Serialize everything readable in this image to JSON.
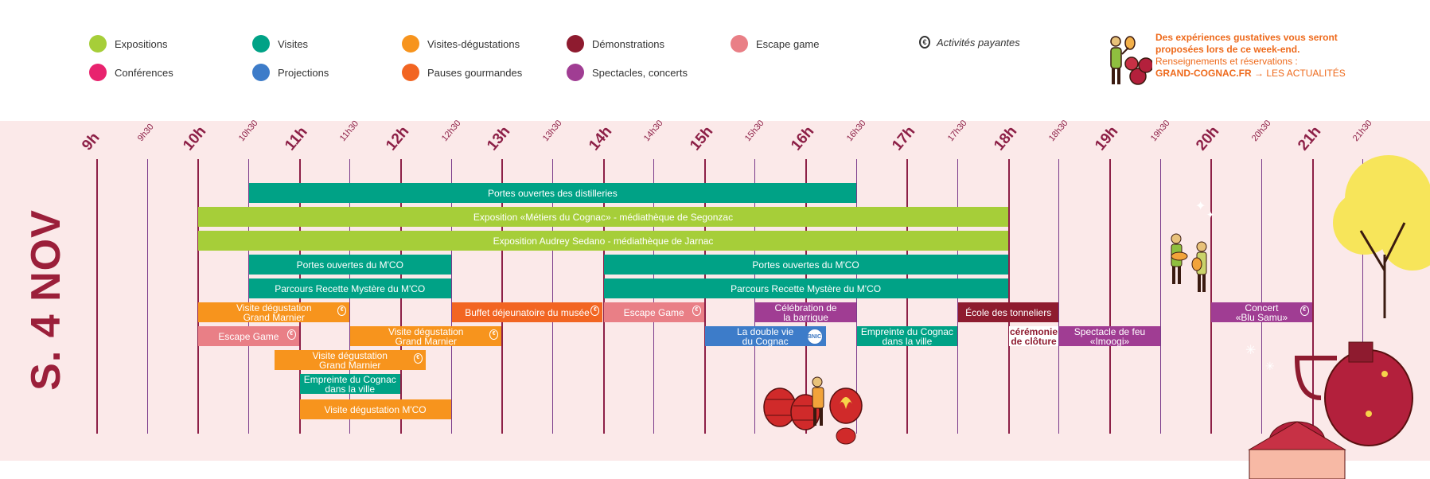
{
  "legend": {
    "items": [
      {
        "label": "Expositions",
        "color": "#a6ce39"
      },
      {
        "label": "Conférences",
        "color": "#e8236e"
      },
      {
        "label": "Visites",
        "color": "#00a286"
      },
      {
        "label": "Projections",
        "color": "#3d7cc9"
      },
      {
        "label": "Visites-dégustations",
        "color": "#f7941d"
      },
      {
        "label": "Pauses gourmandes",
        "color": "#f26522"
      },
      {
        "label": "Démonstrations",
        "color": "#8e1b2f"
      },
      {
        "label": "Spectacles, concerts",
        "color": "#a03d93"
      },
      {
        "label": "Escape game",
        "color": "#e97f86"
      }
    ],
    "paid_label": "Activités payantes",
    "paid_icon": "€"
  },
  "info": {
    "line1": "Des expériences gustatives vous seront",
    "line2": "proposées lors de ce week-end.",
    "line3": "Renseignements et réservations :",
    "site": "GRAND-COGNAC.FR",
    "arrow": "→ LES ACTUALITÉS"
  },
  "date": "S. 4 NOV",
  "ticks": [
    "9h",
    "9h30",
    "10h",
    "10h30",
    "11h",
    "11h30",
    "12h",
    "12h30",
    "13h",
    "13h30",
    "14h",
    "14h30",
    "15h",
    "15h30",
    "16h",
    "16h30",
    "17h",
    "17h30",
    "18h",
    "18h30",
    "19h",
    "19h30",
    "20h",
    "20h30",
    "21h",
    "21h30"
  ],
  "events": [
    {
      "l1": "Portes ouvertes des distilleries",
      "start": 10.5,
      "end": 16.5,
      "row": 0,
      "color": "#00a286"
    },
    {
      "l1": "Exposition «Métiers du Cognac» - médiathèque de Segonzac",
      "start": 10,
      "end": 18,
      "row": 1,
      "color": "#a6ce39"
    },
    {
      "l1": "Exposition Audrey Sedano - médiathèque de Jarnac",
      "start": 10,
      "end": 18,
      "row": 2,
      "color": "#a6ce39"
    },
    {
      "l1": "Portes ouvertes du M'CO",
      "start": 10.5,
      "end": 12.5,
      "row": 3,
      "color": "#00a286"
    },
    {
      "l1": "Portes ouvertes du M'CO",
      "start": 14,
      "end": 18,
      "row": 3,
      "color": "#00a286"
    },
    {
      "l1": "Parcours Recette Mystère du M'CO",
      "start": 10.5,
      "end": 12.5,
      "row": 4,
      "color": "#00a286"
    },
    {
      "l1": "Parcours Recette Mystère du M'CO",
      "start": 14,
      "end": 18,
      "row": 4,
      "color": "#00a286"
    },
    {
      "l1": "Visite dégustation",
      "l2": "Grand Marnier",
      "start": 10,
      "end": 11.5,
      "row": 5,
      "color": "#f7941d",
      "paid": true
    },
    {
      "l1": "Buffet déjeunatoire du musée",
      "start": 12.5,
      "end": 14,
      "row": 5,
      "color": "#f26522",
      "paid": true
    },
    {
      "l1": "Escape Game",
      "start": 14,
      "end": 15,
      "row": 5,
      "color": "#e97f86",
      "paid": true
    },
    {
      "l1": "Célébration de",
      "l2": "la barrique",
      "start": 15.5,
      "end": 16.5,
      "row": 5,
      "color": "#a03d93"
    },
    {
      "l1": "École des tonneliers",
      "start": 17.5,
      "end": 18.5,
      "row": 5,
      "color": "#8e1b2f"
    },
    {
      "l1": "Concert",
      "l2": "«Blu Samu»",
      "start": 20,
      "end": 21,
      "row": 5,
      "color": "#a03d93",
      "paid": true
    },
    {
      "l1": "Escape Game",
      "start": 10,
      "end": 11,
      "row": 6,
      "color": "#e97f86",
      "paid": true
    },
    {
      "l1": "Visite dégustation",
      "l2": "Grand Marnier",
      "start": 11.5,
      "end": 13,
      "row": 6,
      "color": "#f7941d",
      "paid": true
    },
    {
      "l1": "La double vie",
      "l2": "du Cognac",
      "start": 15,
      "end": 16.2,
      "row": 6,
      "color": "#3d7cc9",
      "bnic": true
    },
    {
      "l1": "Empreinte du Cognac",
      "l2": "dans la ville",
      "start": 16.5,
      "end": 17.5,
      "row": 6,
      "color": "#00a286"
    },
    {
      "l1": "cérémonie",
      "l2": "de clôture",
      "start": 18,
      "end": 18.5,
      "row": 6,
      "color": "#ffffff",
      "textColor": "#8e1b2f"
    },
    {
      "l1": "Spectacle de feu",
      "l2": "«Imoogi»",
      "start": 18.5,
      "end": 19.5,
      "row": 6,
      "color": "#a03d93"
    },
    {
      "l1": "Visite dégustation",
      "l2": "Grand Marnier",
      "start": 10.75,
      "end": 12.25,
      "row": 7,
      "color": "#f7941d",
      "paid": true
    },
    {
      "l1": "Empreinte du Cognac",
      "l2": "dans la ville",
      "start": 11,
      "end": 12,
      "row": 8,
      "color": "#00a286"
    },
    {
      "l1": "Visite dégustation M'CO",
      "start": 11,
      "end": 12.5,
      "row": 9,
      "color": "#f7941d"
    }
  ],
  "bnic_label": "BNIC"
}
